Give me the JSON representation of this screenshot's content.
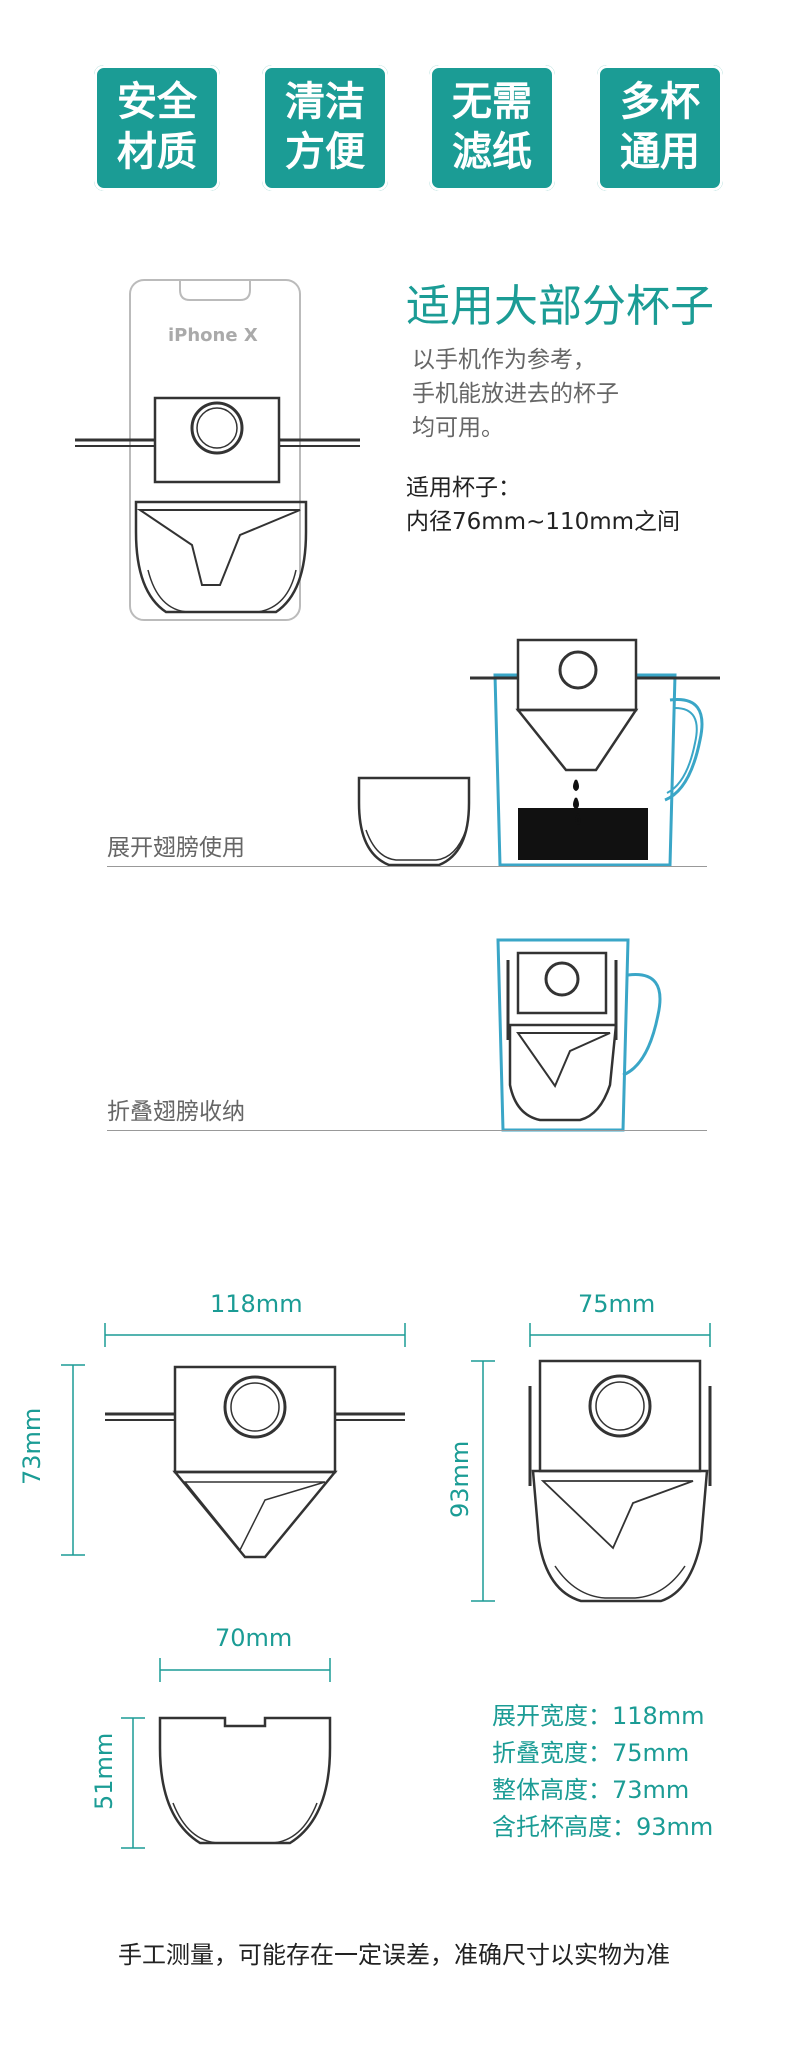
{
  "badges": [
    {
      "line1": "安全",
      "line2": "材质"
    },
    {
      "line1": "清洁",
      "line2": "方便"
    },
    {
      "line1": "无需",
      "line2": "滤纸"
    },
    {
      "line1": "多杯",
      "line2": "通用"
    }
  ],
  "compat": {
    "title": "适用大部分杯子",
    "desc": [
      "以手机作为参考，",
      "手机能放进去的杯子",
      "均可用。"
    ],
    "cups_label": "适用杯子：",
    "cups_range": "内径76mm~110mm之间",
    "phone_label": "iPhone X"
  },
  "usage": {
    "unfold": "展开翅膀使用",
    "fold": "折叠翅膀收纳"
  },
  "dimensions": {
    "open_width": "118mm",
    "open_height": "73mm",
    "fold_width": "75mm",
    "fold_height": "93mm",
    "cup_width": "70mm",
    "cup_height": "51mm"
  },
  "specs": [
    "展开宽度：118mm",
    "折叠宽度：75mm",
    "整体高度：73mm",
    "含托杯高度：93mm"
  ],
  "note": "手工测量，可能存在一定误差，准确尺寸以实物为准",
  "colors": {
    "accent": "#1b9c95",
    "line": "#333333"
  }
}
